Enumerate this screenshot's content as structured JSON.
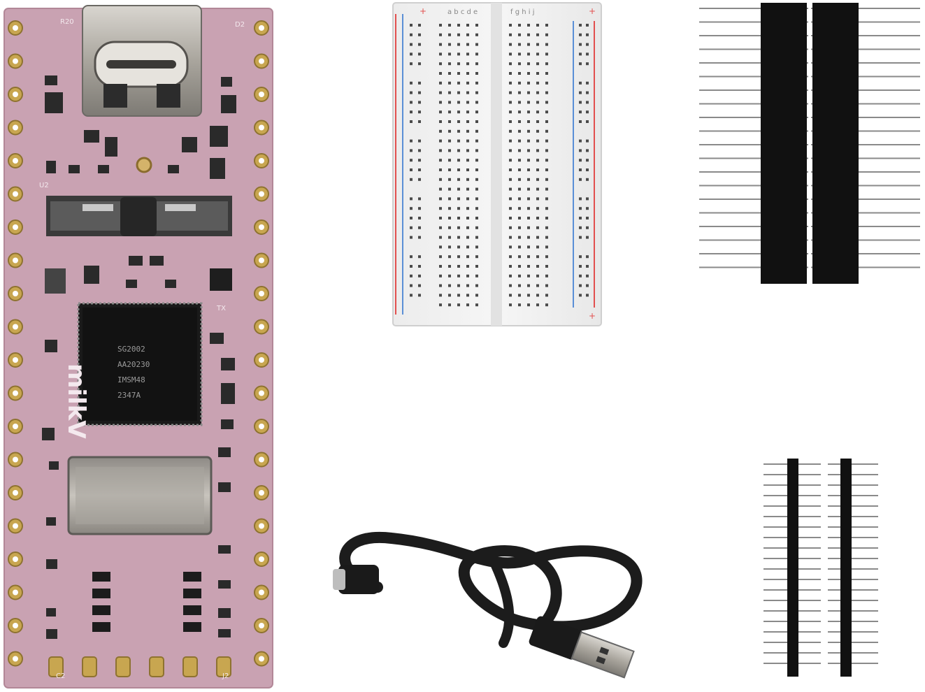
{
  "scene": {
    "description_items": [
      "board",
      "breadboard",
      "tall-headers",
      "short-headers",
      "usb-cable"
    ],
    "background": "#ffffff"
  },
  "board": {
    "pcb_color": "#c9a2b2",
    "pad_color": "#c8a650",
    "logo_text": "milkV",
    "soc_lines": [
      "SG2002",
      "AA20230",
      "IMSM48",
      "2347A"
    ],
    "silk_labels": [
      "D2",
      "R20",
      "U2",
      "TX",
      "C2",
      "J2"
    ]
  },
  "breadboard": {
    "column_letters_left": "a b c d e",
    "column_letters_right": "f g h i j",
    "plus": "+",
    "minus": "-"
  },
  "headers": {
    "tall_pins": 20,
    "short_pins": 20
  },
  "colors": {
    "rail_red": "#e2504f",
    "rail_blue": "#5a8fd6",
    "header_black": "#111111",
    "pin_metal": "#8a8a8a"
  }
}
